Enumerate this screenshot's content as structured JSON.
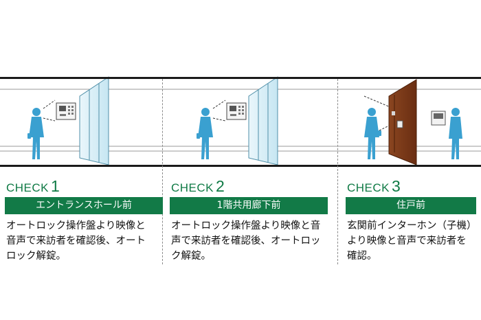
{
  "colors": {
    "accent_green": "#127a47",
    "figure_blue": "#3aa0d0",
    "door_brown": "#7a3a1a",
    "rule_black": "#1a1a1a"
  },
  "checks": [
    {
      "prefix": "CHECK",
      "number": "1",
      "location": "エントランスホール前",
      "description_lines": [
        "オートロック操作盤より映像と",
        "音声で来訪者を確認後、オート",
        "ロック解錠。"
      ]
    },
    {
      "prefix": "CHECK",
      "number": "2",
      "location": "1階共用廊下前",
      "description_lines": [
        "オートロック操作盤より映像と音",
        "声で来訪者を確認後、オートロッ",
        "ク解錠。"
      ]
    },
    {
      "prefix": "CHECK",
      "number": "3",
      "location": "住戸前",
      "description_lines": [
        "玄関前インターホン（子機）",
        "より映像と音声で来訪者を",
        "確認。"
      ]
    }
  ]
}
